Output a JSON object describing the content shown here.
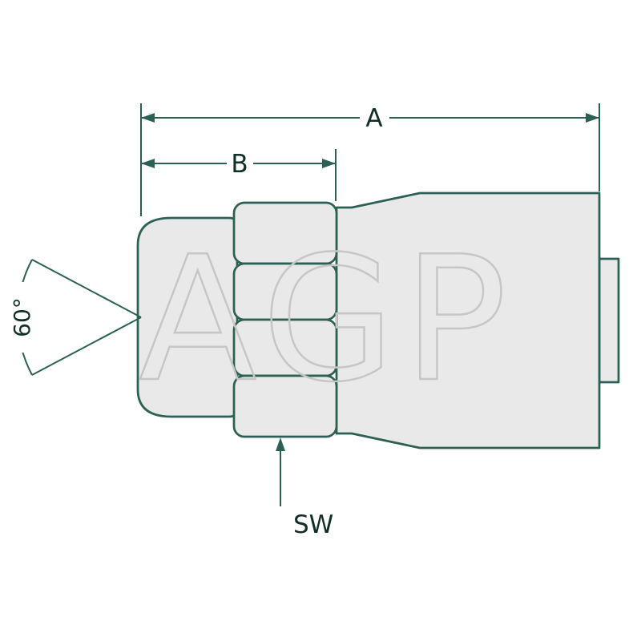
{
  "watermark": "AGP",
  "labels": {
    "dim_a": "A",
    "dim_b": "B",
    "dim_sw": "SW",
    "angle": "60°"
  },
  "colors": {
    "background": "#ffffff",
    "line": "#2d6055",
    "text": "#112e27",
    "fill": "#e9e9e9",
    "watermark": "#c6c6c6"
  }
}
